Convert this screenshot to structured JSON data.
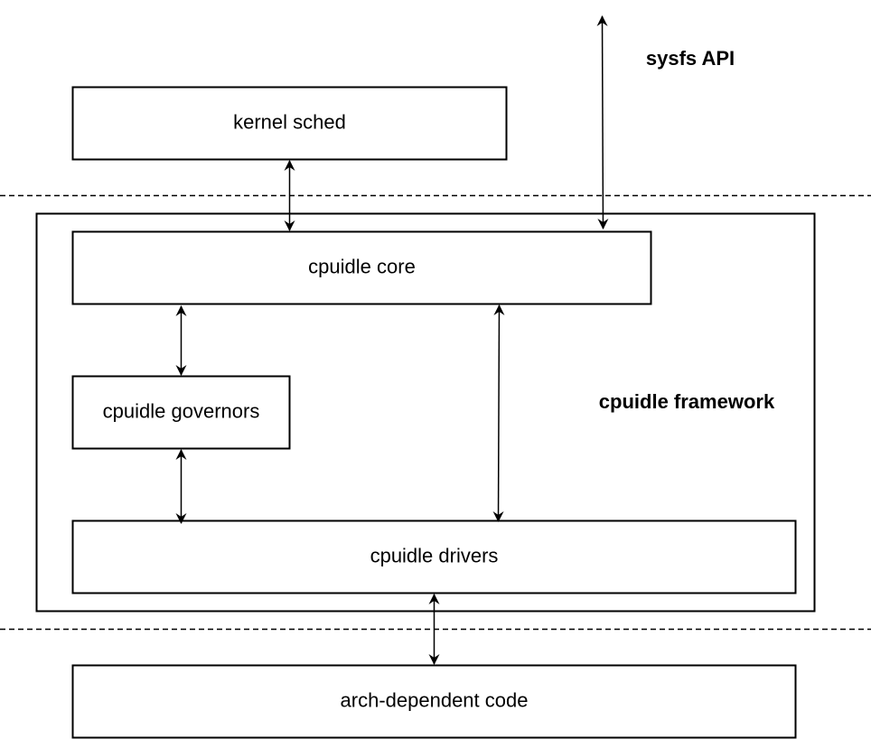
{
  "labels": {
    "sysfs_api": "sysfs API",
    "cpuidle_framework": "cpuidle framework"
  },
  "boxes": {
    "kernel_sched": "kernel sched",
    "cpuidle_core": "cpuidle core",
    "cpuidle_governors": "cpuidle governors",
    "cpuidle_drivers": "cpuidle drivers",
    "arch_dependent_code": "arch-dependent code"
  },
  "colors": {
    "stroke": "#000000",
    "background": "#ffffff"
  }
}
